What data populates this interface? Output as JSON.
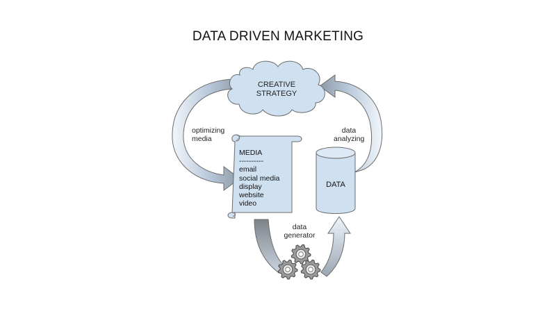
{
  "title": "DATA DRIVEN MARKETING",
  "nodes": {
    "creative": {
      "line1": "CREATIVE",
      "line2": "STRATEGY"
    },
    "media": {
      "heading": "MEDIA",
      "divider": "----------",
      "items": [
        "email",
        "social media",
        "display",
        "website",
        "video"
      ]
    },
    "data": {
      "label": "DATA"
    },
    "generator": {
      "line1": "data",
      "line2": "generator"
    }
  },
  "edges": {
    "optimizing": {
      "line1": "optimizing",
      "line2": "media"
    },
    "analyzing": {
      "line1": "data",
      "line2": "analyzing"
    }
  },
  "colors": {
    "fill": "#cfe0f1",
    "stroke": "#6b6b6b",
    "arrow_dark": "#8a8a8a",
    "arrow_light": "#d6e4f2"
  }
}
